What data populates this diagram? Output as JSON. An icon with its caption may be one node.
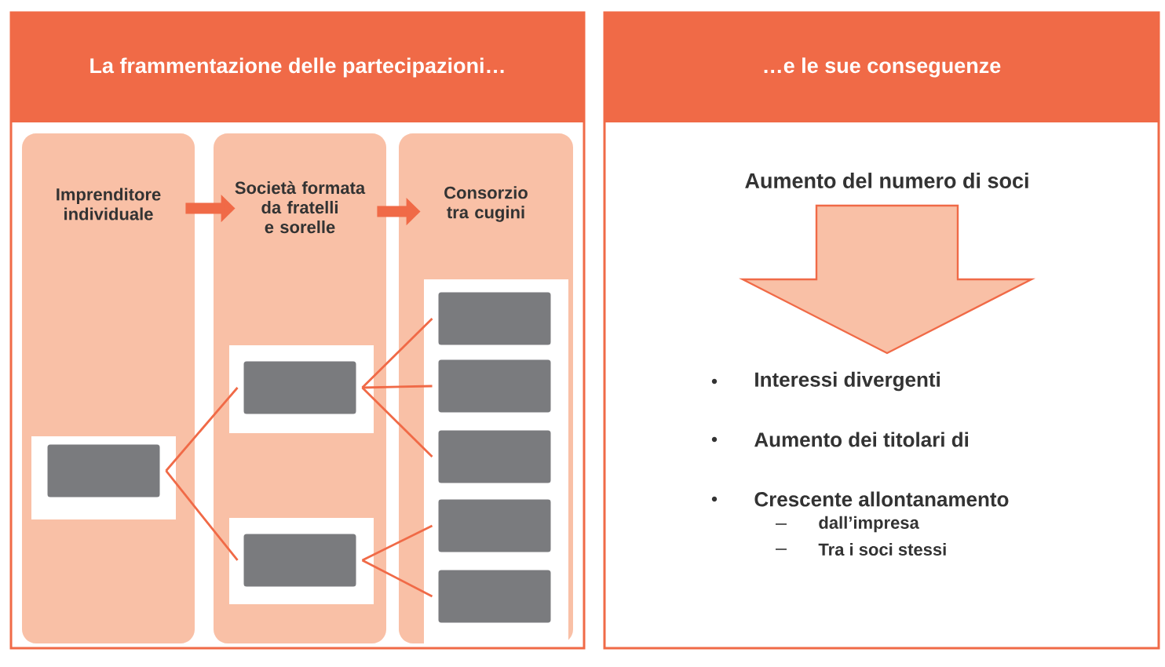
{
  "diagram": {
    "nodes": [
      {
        "text": [
          "La frammentazione delle partecipazioni…"
        ]
      },
      {
        "text": [
          "Imprenditore individuale"
        ],
        "in": 0
      },
      {
        "text": [
          "Società formata da fratelli e sorelle"
        ],
        "in": 0
      },
      {
        "text": [
          "Consorzio tra cugini"
        ],
        "in": 0
      },
      {
        "text": [],
        "shape": "box",
        "in": 1
      },
      {
        "text": [],
        "shape": "box",
        "in": 2
      },
      {
        "text": [],
        "shape": "box",
        "in": 2
      },
      {
        "text": [],
        "shape": "box",
        "in": 3
      },
      {
        "text": [],
        "shape": "box",
        "in": 3
      },
      {
        "text": [],
        "shape": "box",
        "in": 3
      },
      {
        "text": [],
        "shape": "box",
        "in": 3
      },
      {
        "text": [],
        "shape": "box",
        "in": 3
      },
      {
        "text": [
          "…e le sue conseguenze"
        ]
      }
    ],
    "edges": [
      {
        "from": 1,
        "to": 2,
        "arrow": "to",
        "style": "thick"
      },
      {
        "from": 2,
        "to": 3,
        "arrow": "to",
        "style": "thick"
      },
      {
        "from": 4,
        "to": 5,
        "arrow": "none"
      },
      {
        "from": 4,
        "to": 6,
        "arrow": "none"
      },
      {
        "from": 5,
        "to": 7,
        "arrow": "none"
      },
      {
        "from": 5,
        "to": 8,
        "arrow": "none"
      },
      {
        "from": 5,
        "to": 9,
        "arrow": "none"
      },
      {
        "from": 6,
        "to": 10,
        "arrow": "none"
      },
      {
        "from": 6,
        "to": 11,
        "arrow": "none"
      }
    ],
    "labels": [
      "Aumento del numero di soci",
      "Interessi divergenti",
      "Aumento dei titolari di",
      "Crescente allontanamento",
      "dall’impresa",
      "Tra i soci stessi"
    ]
  }
}
